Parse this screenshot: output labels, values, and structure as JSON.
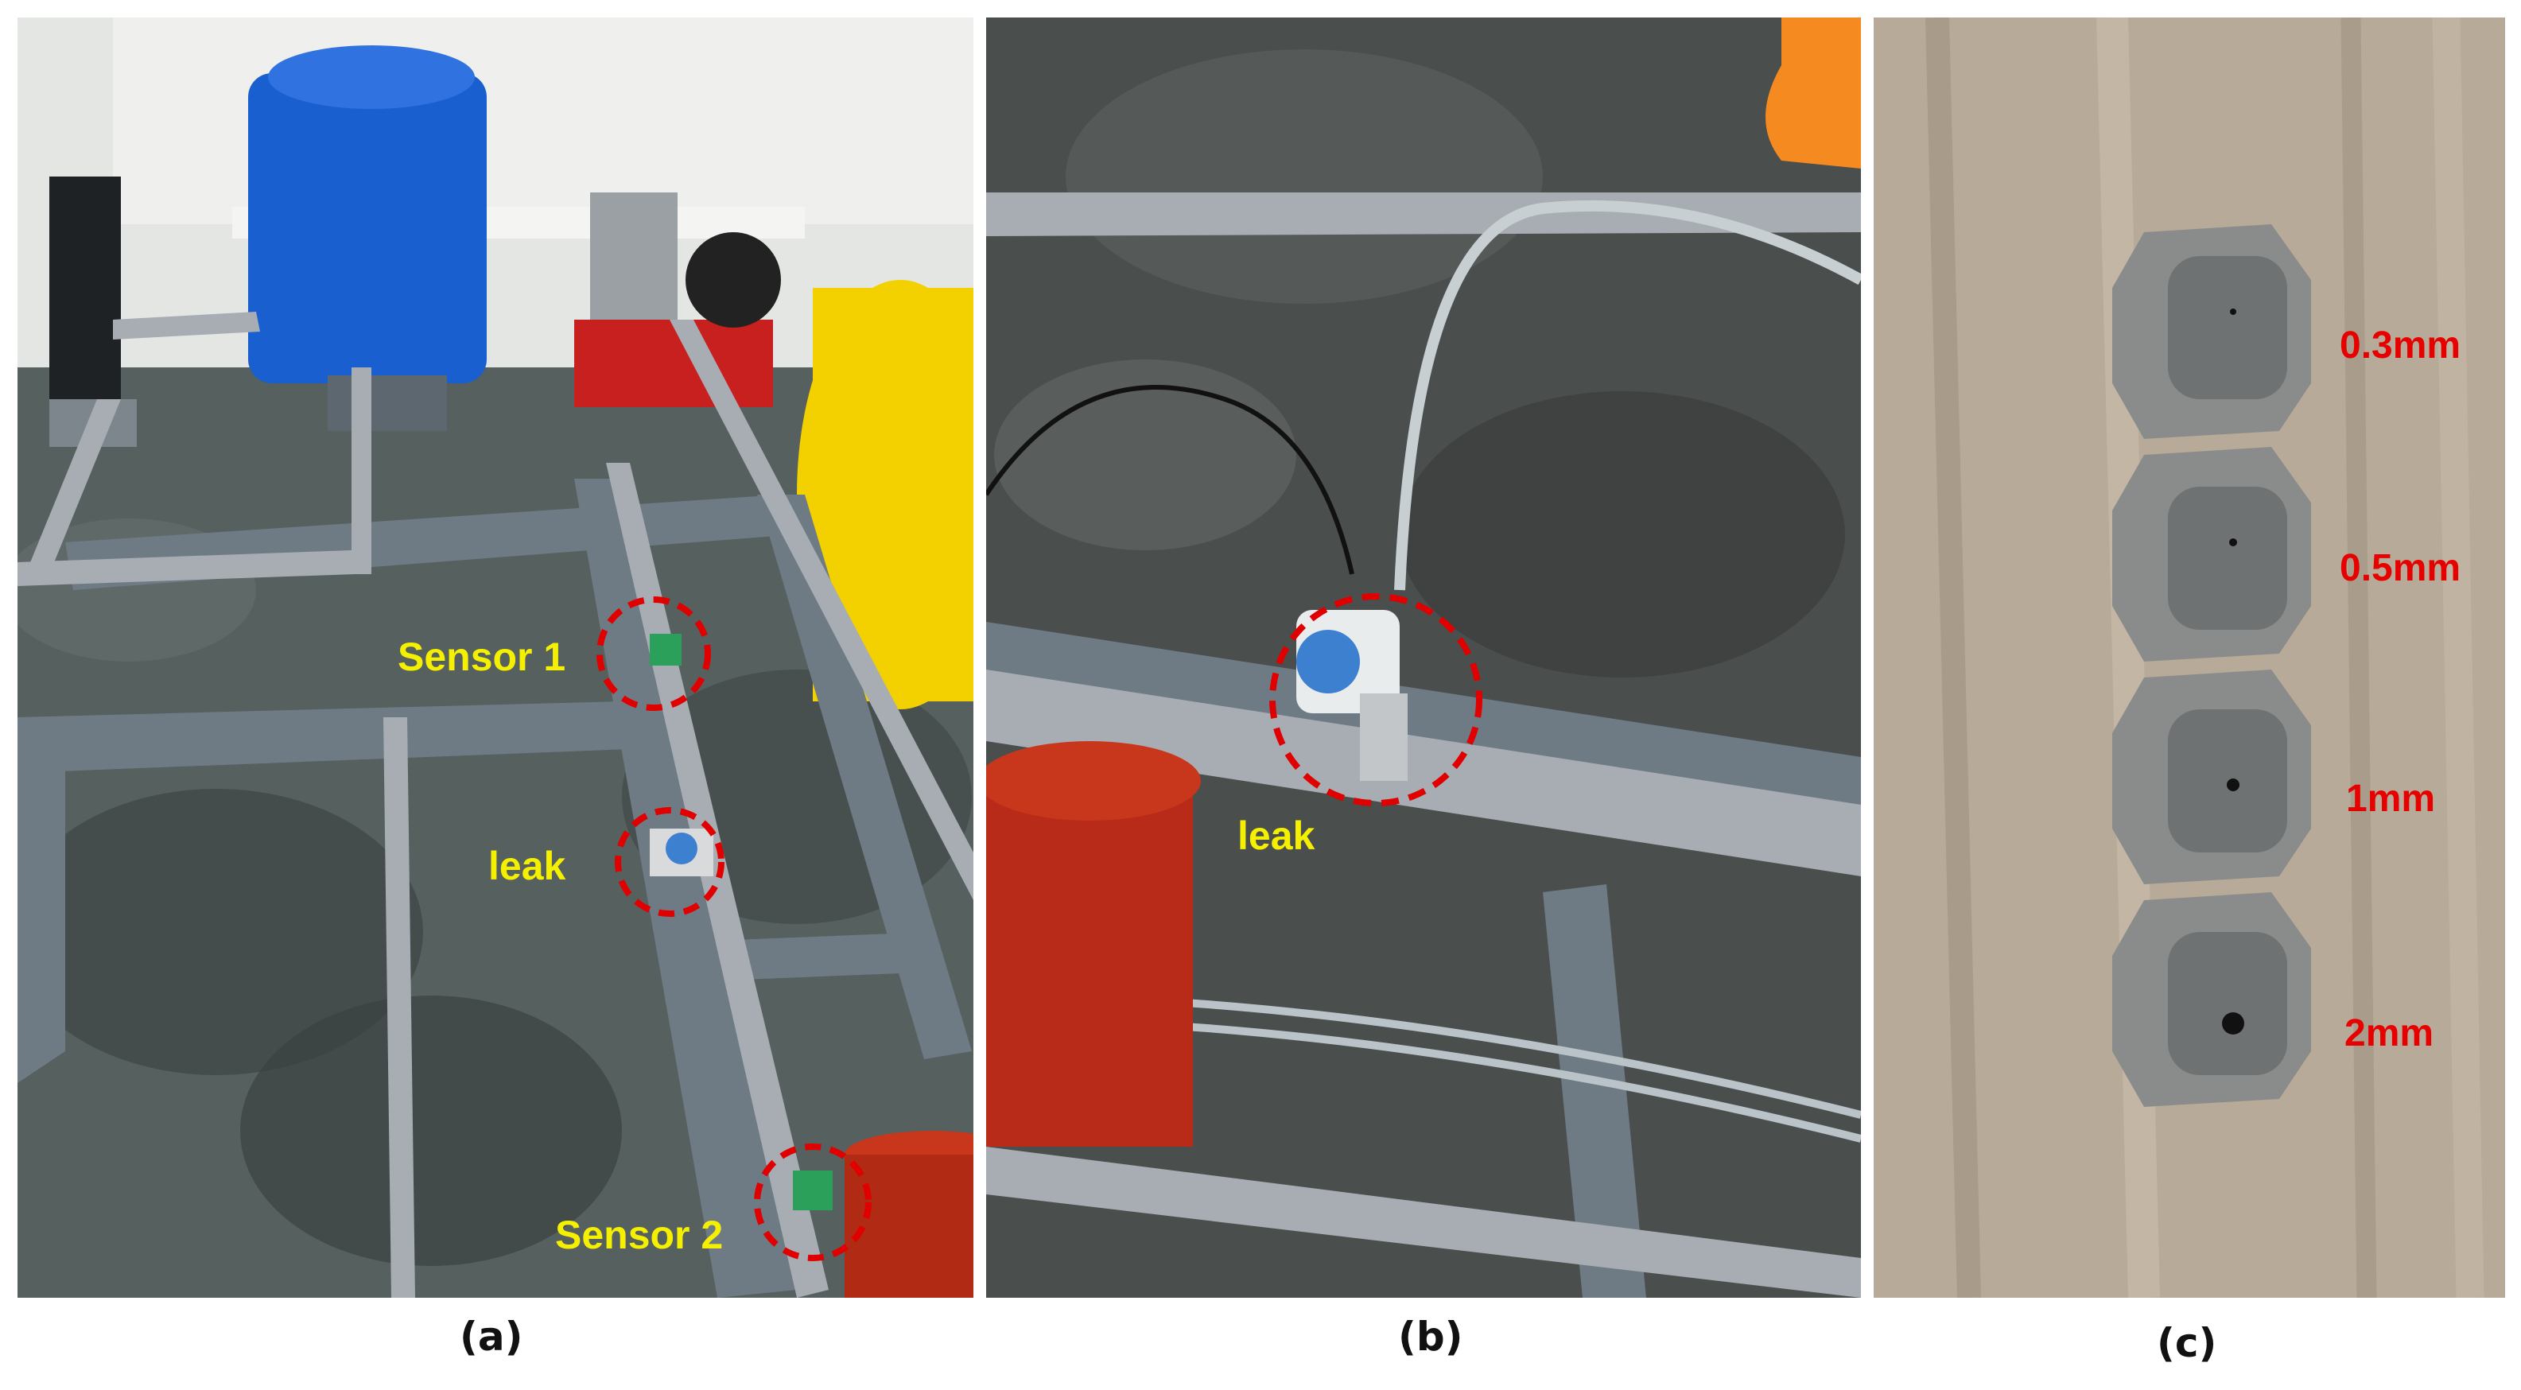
{
  "panel_a": {
    "labels": {
      "sensor1": "Sensor 1",
      "leak": "leak",
      "sensor2": "Sensor 2"
    },
    "caption": "(a)"
  },
  "panel_b": {
    "labels": {
      "leak": "leak"
    },
    "caption": "(b)"
  },
  "panel_c": {
    "sizes": [
      "0.3mm",
      "0.5mm",
      "1mm",
      "2mm"
    ],
    "caption": "(c)"
  },
  "colors": {
    "highlight_circle": "#e00000",
    "label_yellow": "#f5f000",
    "label_red": "#e60000",
    "pipe_gray": "#a7adb2",
    "frame_gray": "#6e7b85",
    "tank_blue": "#1a5fd0",
    "tank_yellow": "#f3d000",
    "floor_dark": "#4a4e4d",
    "wood": "#b7aa98"
  }
}
